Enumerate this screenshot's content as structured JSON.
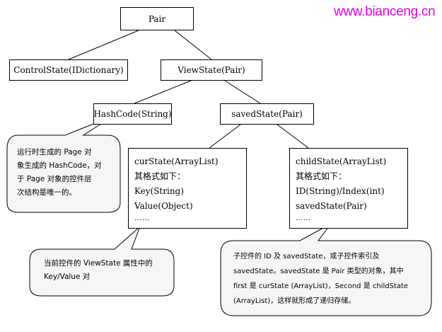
{
  "watermark": "www.bianceng.cn",
  "nodes": {
    "pair": "Pair",
    "control_state": "ControlState(IDictionary)",
    "view_state": "ViewState(Pair)",
    "hash_code": "HashCode(String)",
    "saved_state": "savedState(Pair)",
    "cur_state": {
      "lines": [
        "curState(ArrayList)",
        "其格式如下：",
        "Key(String)",
        "Value(Object)"
      ],
      "ellipsis": "……"
    },
    "child_state": {
      "lines": [
        "childState(ArrayList)",
        "其格式如下：",
        "ID(String)/Index(int)",
        "savedState(Pair)"
      ],
      "ellipsis": "……"
    }
  },
  "callouts": {
    "hashcode_note": [
      "运行时生成的 Page 对",
      "象生成的 HashCode，对",
      "于 Page 对象的控件层",
      "次结构是唯一的。"
    ],
    "viewstate_note": [
      "当前控件的 ViewState 属性中的",
      "Key/Value 对"
    ],
    "childstate_note": [
      "子控件的 ID 及 savedState，或子控件索引及",
      "savedState。savedState 是 Pair 类型的对象，其中",
      "first 是 curState (ArrayList)，Second 是 childState",
      "(ArrayList)，这样就形成了递归存储。"
    ]
  }
}
